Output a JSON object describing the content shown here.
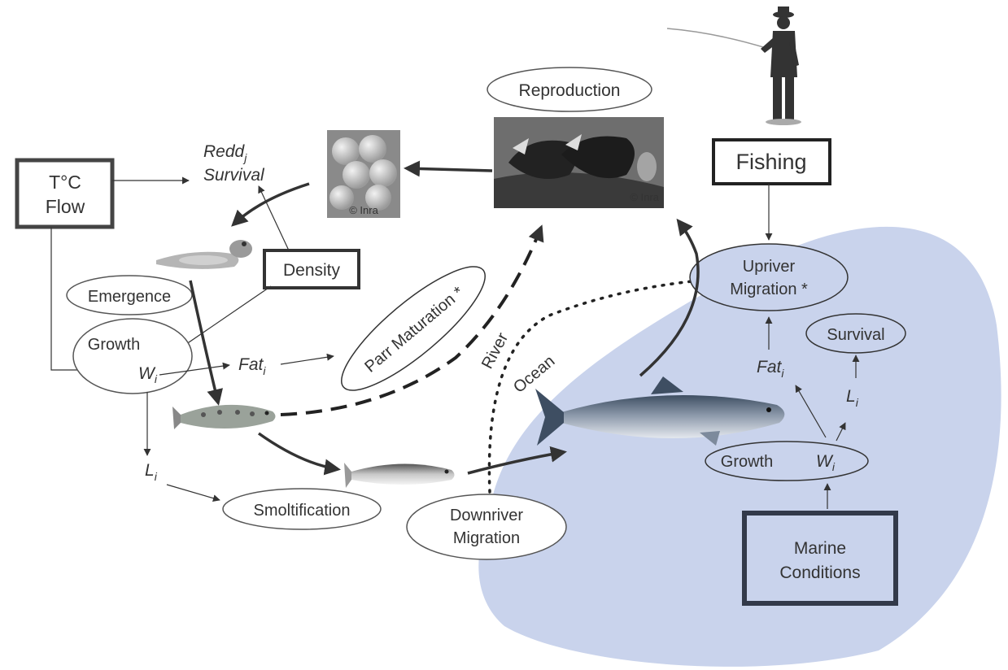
{
  "colors": {
    "ocean": "#c9d3ec",
    "stroke": "#333333",
    "box_stroke": "#2b2b2b",
    "marine_box": "#333a4a"
  },
  "nodes": {
    "reproduction": "Reproduction",
    "redd_prefix": "Redd",
    "redd_sub": "j",
    "survival_word": "Survival",
    "temp": "T°C",
    "flow": "Flow",
    "density": "Density",
    "emergence": "Emergence",
    "growth": "Growth",
    "w": "W",
    "w_sub": "i",
    "fat": "Fat",
    "fat_sub": "i",
    "parr_maturation": "Parr Maturation *",
    "river": "River",
    "ocean": "Ocean",
    "l": "L",
    "l_sub": "i",
    "smoltification": "Smoltification",
    "downriver_1": "Downriver",
    "downriver_2": "Migration",
    "fishing": "Fishing",
    "upriver_1": "Upriver",
    "upriver_2": "Migration *",
    "marine_survival": "Survival",
    "marine_fat": "Fat",
    "marine_fat_sub": "i",
    "marine_l": "L",
    "marine_l_sub": "i",
    "marine_growth": "Growth",
    "marine_w": "W",
    "marine_w_sub": "i",
    "marine_1": "Marine",
    "marine_2": "Conditions",
    "credit_eggs": "© Inra",
    "credit_fish": "© Inra"
  },
  "icons": {
    "eggs": "salmon-eggs-photo",
    "spawning": "spawning-salmon-photo",
    "alevin": "alevin-icon",
    "parr": "parr-fish-icon",
    "smolt": "smolt-fish-icon",
    "adult": "adult-salmon-icon",
    "fisherman": "fisherman-silhouette-icon"
  }
}
